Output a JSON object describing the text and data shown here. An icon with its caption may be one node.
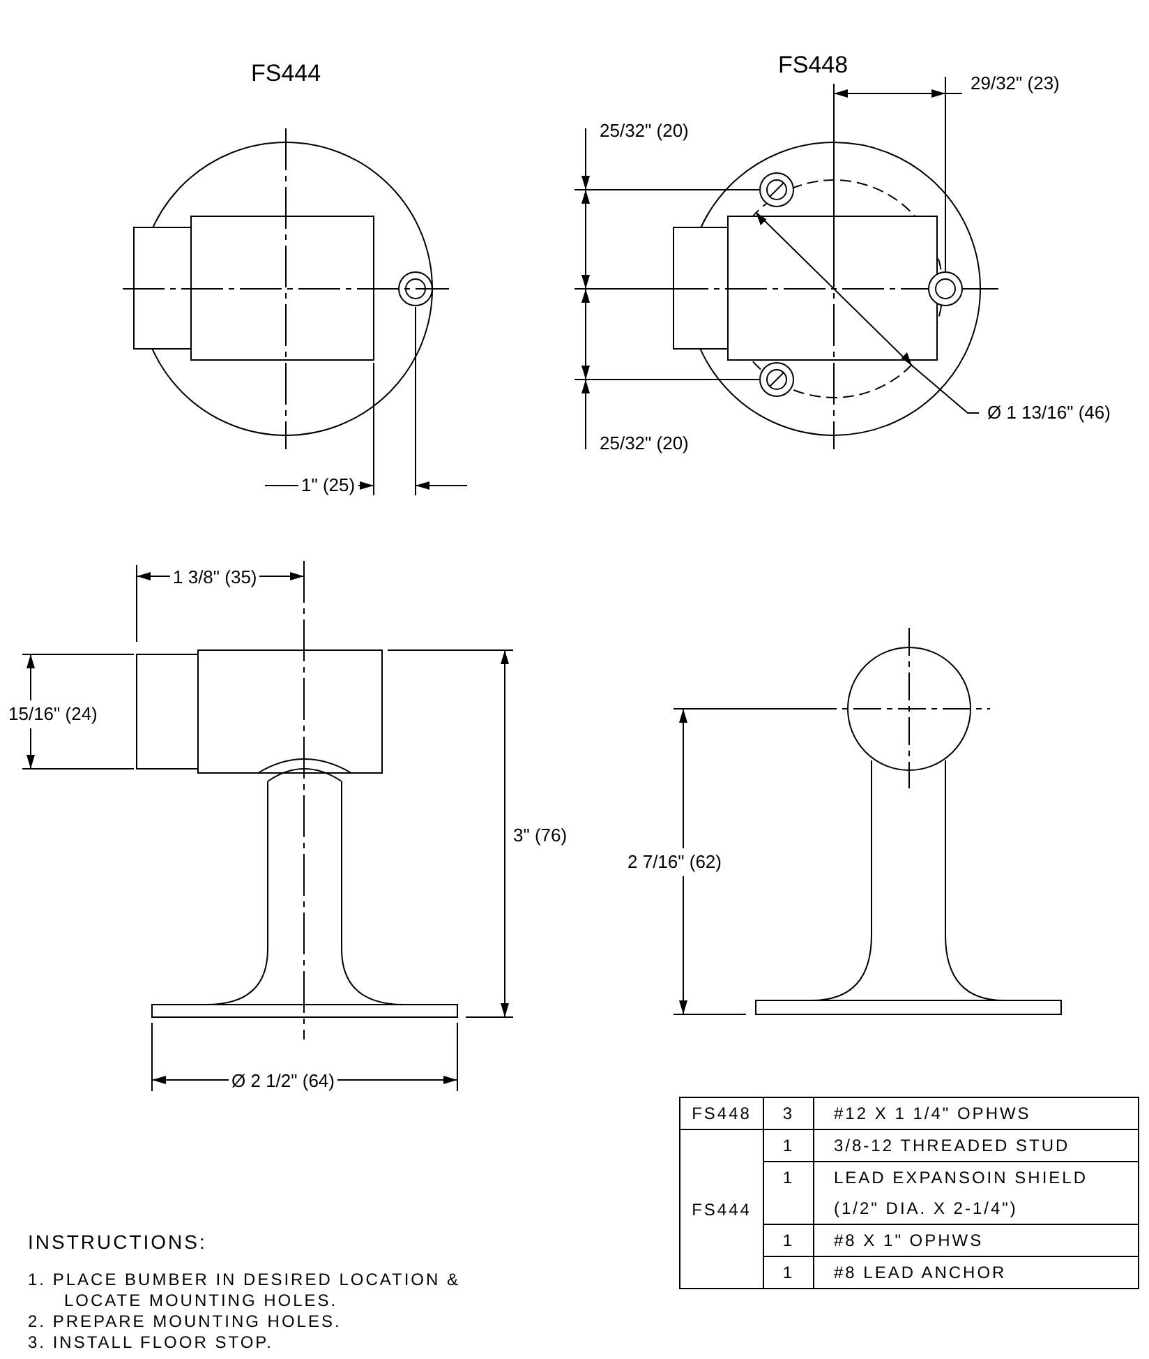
{
  "diagram": {
    "labels": [
      "FS444",
      "FS448",
      "29/32\" (23)",
      "25/32\" (20)",
      "Ø 1 13/16\" (46)",
      "25/32\" (20)",
      "1\" (25)",
      "1 3/8\" (35)",
      "15/16\" (24)",
      "3\" (76)",
      "2 7/16\" (62)",
      "Ø 2 1/2\" (64)",
      "FS448",
      "3",
      "#12 X 1 1/4\" OPHWS",
      "FS444",
      "1",
      "3/8-12 THREADED STUD",
      "1",
      "LEAD EXPANSOIN SHIELD (1/2\" DIA. X 2-1/4\")",
      "1",
      "#8 X 1\" OPHWS",
      "1",
      "#8 LEAD ANCHOR",
      "INSTRUCTIONS:",
      "1. PLACE BUMBER IN DESIRED LOCATION & LOCATE MOUNTING HOLES.",
      "2. PREPARE MOUNTING HOLES.",
      "3. INSTALL FLOOR STOP."
    ]
  }
}
